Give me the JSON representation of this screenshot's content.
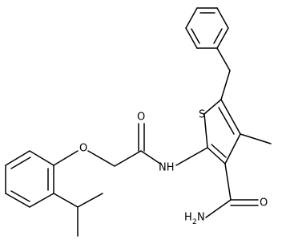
{
  "molecule": {
    "atoms": {
      "s1": "S",
      "o_carbonyl": "O",
      "nh": "NH",
      "o_ether": "O",
      "o_amide": "O",
      "nh2": "H",
      "nh2_n": "N",
      "nh2_sub": "2"
    }
  },
  "colors": {
    "bond": "#000000",
    "label": "#000000",
    "background": "#ffffff"
  }
}
